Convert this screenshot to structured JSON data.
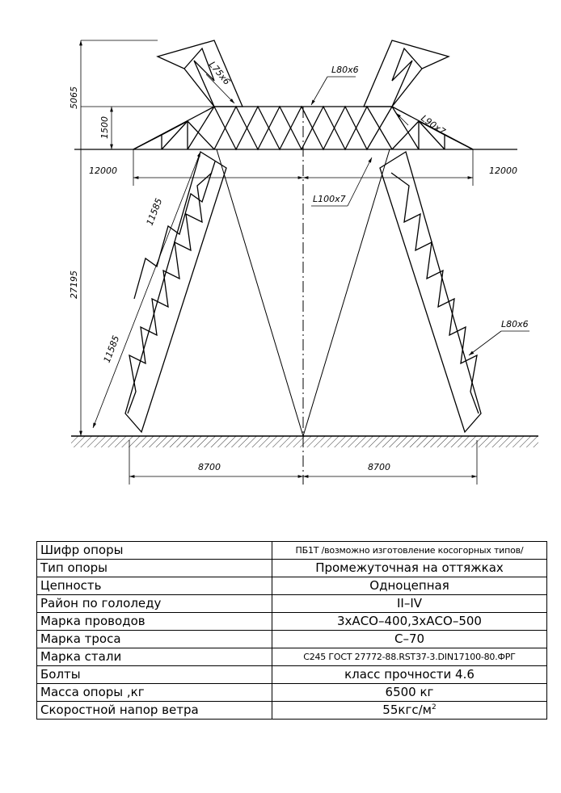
{
  "labels": {
    "member_l75": "L75x6",
    "member_l80_top": "L80x6",
    "member_l90": "L90x7",
    "member_l100": "L100x7",
    "member_l80_leg": "L80x6"
  },
  "dimensions": {
    "top_height": "5065",
    "beam_height": "1500",
    "left_span": "12000",
    "right_span": "12000",
    "total_height": "27195",
    "leg_upper": "11585",
    "leg_lower": "11585",
    "base_left": "8700",
    "base_right": "8700"
  },
  "table": [
    {
      "param": "Шифр опоры",
      "value": "ПБ1Т /возможно изготовление косогорных типов/"
    },
    {
      "param": "Тип опоры",
      "value": "Промежуточная на оттяжках"
    },
    {
      "param": "Цепность",
      "value": "Одноцепная"
    },
    {
      "param": "Район по гололеду",
      "value": "II–IV"
    },
    {
      "param": "Марка проводов",
      "value": "3хАСО–400,3хАСО–500"
    },
    {
      "param": "Марка троса",
      "value": "С–70"
    },
    {
      "param": "Марка стали",
      "value": "С245 ГОСТ 27772-88.RST37-3.DIN17100-80.ФРГ"
    },
    {
      "param": "Болты",
      "value": "класс прочности 4.6"
    },
    {
      "param": "Масса опоры ,кг",
      "value": "6500 кг"
    },
    {
      "param": "Скоростной напор ветра",
      "value": "55кгс/м",
      "value_sup": "2"
    }
  ]
}
